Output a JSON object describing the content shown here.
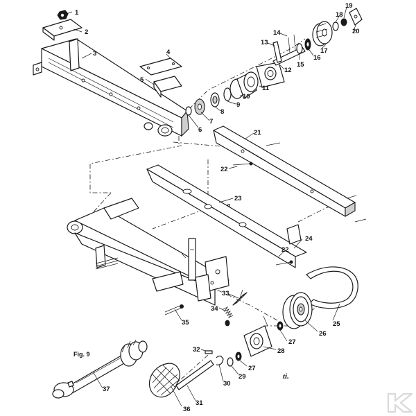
{
  "figure_label": "Fig. 9",
  "figure_code": "ti.",
  "callouts": [
    "1",
    "2",
    "3",
    "4",
    "5",
    "6",
    "7",
    "8",
    "9",
    "10",
    "11",
    "12",
    "13",
    "14",
    "15",
    "16",
    "17",
    "18",
    "19",
    "20",
    "21",
    "22",
    "22",
    "23",
    "24",
    "25",
    "26",
    "27",
    "27",
    "28",
    "29",
    "30",
    "31",
    "32",
    "33",
    "34",
    "35",
    "36",
    "37"
  ],
  "watermark_icon": "k-logo-icon"
}
